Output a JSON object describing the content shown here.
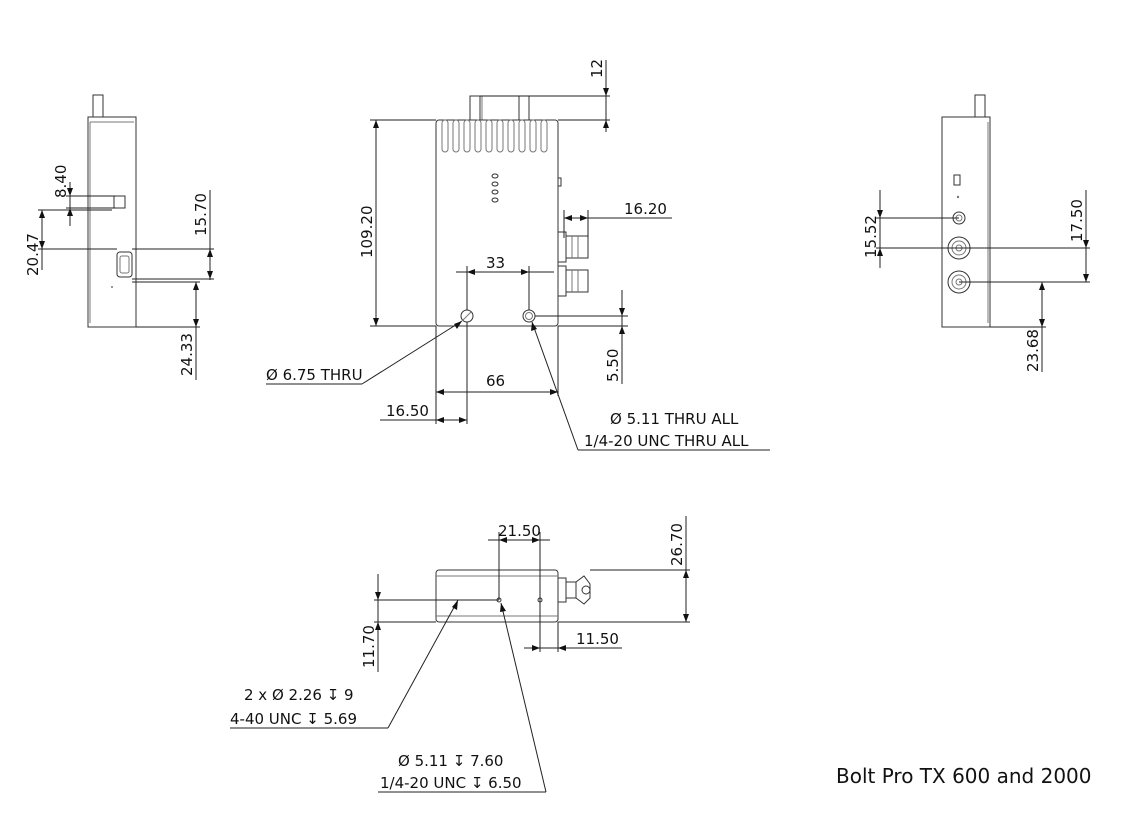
{
  "title": "Bolt Pro TX 600 and 2000",
  "colors": {
    "line": "#222222",
    "text": "#111111",
    "background": "#ffffff"
  },
  "views": {
    "left_side": {
      "dims": {
        "d1": "8.40",
        "d2": "20.47",
        "d3": "15.70",
        "d4": "24.33"
      }
    },
    "front": {
      "dims": {
        "top": "12",
        "height": "109.20",
        "connector": "16.20",
        "hole_spacing": "33",
        "bottom": "5.50",
        "width": "66",
        "offset": "16.50"
      },
      "callouts": {
        "left_hole": "Ø 6.75 THRU",
        "right_hole_line1": "Ø 5.11 THRU ALL",
        "right_hole_line2": "1/4-20 UNC  THRU ALL"
      }
    },
    "right_side": {
      "dims": {
        "d1": "15.52",
        "d2": "17.50",
        "d3": "23.68"
      }
    },
    "bottom": {
      "dims": {
        "spacing": "21.50",
        "depth": "26.70",
        "height": "11.70",
        "offset": "11.50"
      },
      "callouts": {
        "holes_line1": "2 x Ø 2.26 ↧ 9",
        "holes_line2": "4-40 UNC  ↧ 5.69",
        "mount_line1": "Ø 5.11 ↧ 7.60",
        "mount_line2": "1/4-20 UNC  ↧ 6.50"
      }
    }
  }
}
